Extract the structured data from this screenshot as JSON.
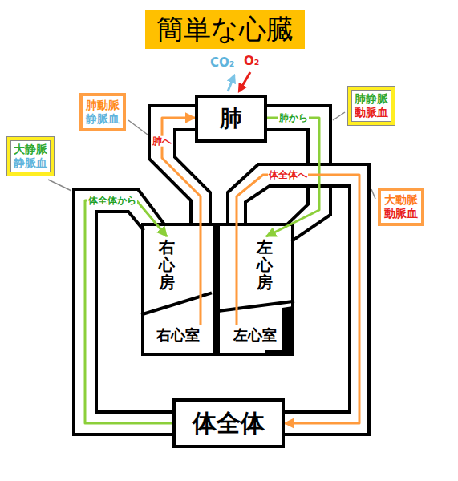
{
  "diagram": {
    "title": "簡単な心臓",
    "nodes": [
      {
        "text": [
          "肺"
        ]
      },
      {
        "text": [
          "肺動脈",
          "静脈血"
        ]
      },
      {
        "text": [
          "肺静脈",
          "動脈血"
        ]
      },
      {
        "text": [
          "大静脈",
          "静脈血"
        ]
      },
      {
        "text": [
          "大動脈",
          "動脈血"
        ]
      },
      {
        "text": [
          "右心房"
        ]
      },
      {
        "text": [
          "左心房"
        ]
      },
      {
        "text": [
          "右心室"
        ]
      },
      {
        "text": [
          "左心室"
        ]
      },
      {
        "text": [
          "体全体"
        ]
      }
    ],
    "edges": [
      {
        "from": 9,
        "to": 5,
        "arrow": "to",
        "label": "体全体から"
      },
      {
        "from": 7,
        "to": 0,
        "arrow": "to",
        "label": "肺へ"
      },
      {
        "from": 0,
        "to": 6,
        "arrow": "to",
        "label": "肺から"
      },
      {
        "from": 8,
        "to": 9,
        "arrow": "to",
        "label": "体全体へ"
      }
    ],
    "labels": [
      "CO₂",
      "O₂"
    ]
  }
}
